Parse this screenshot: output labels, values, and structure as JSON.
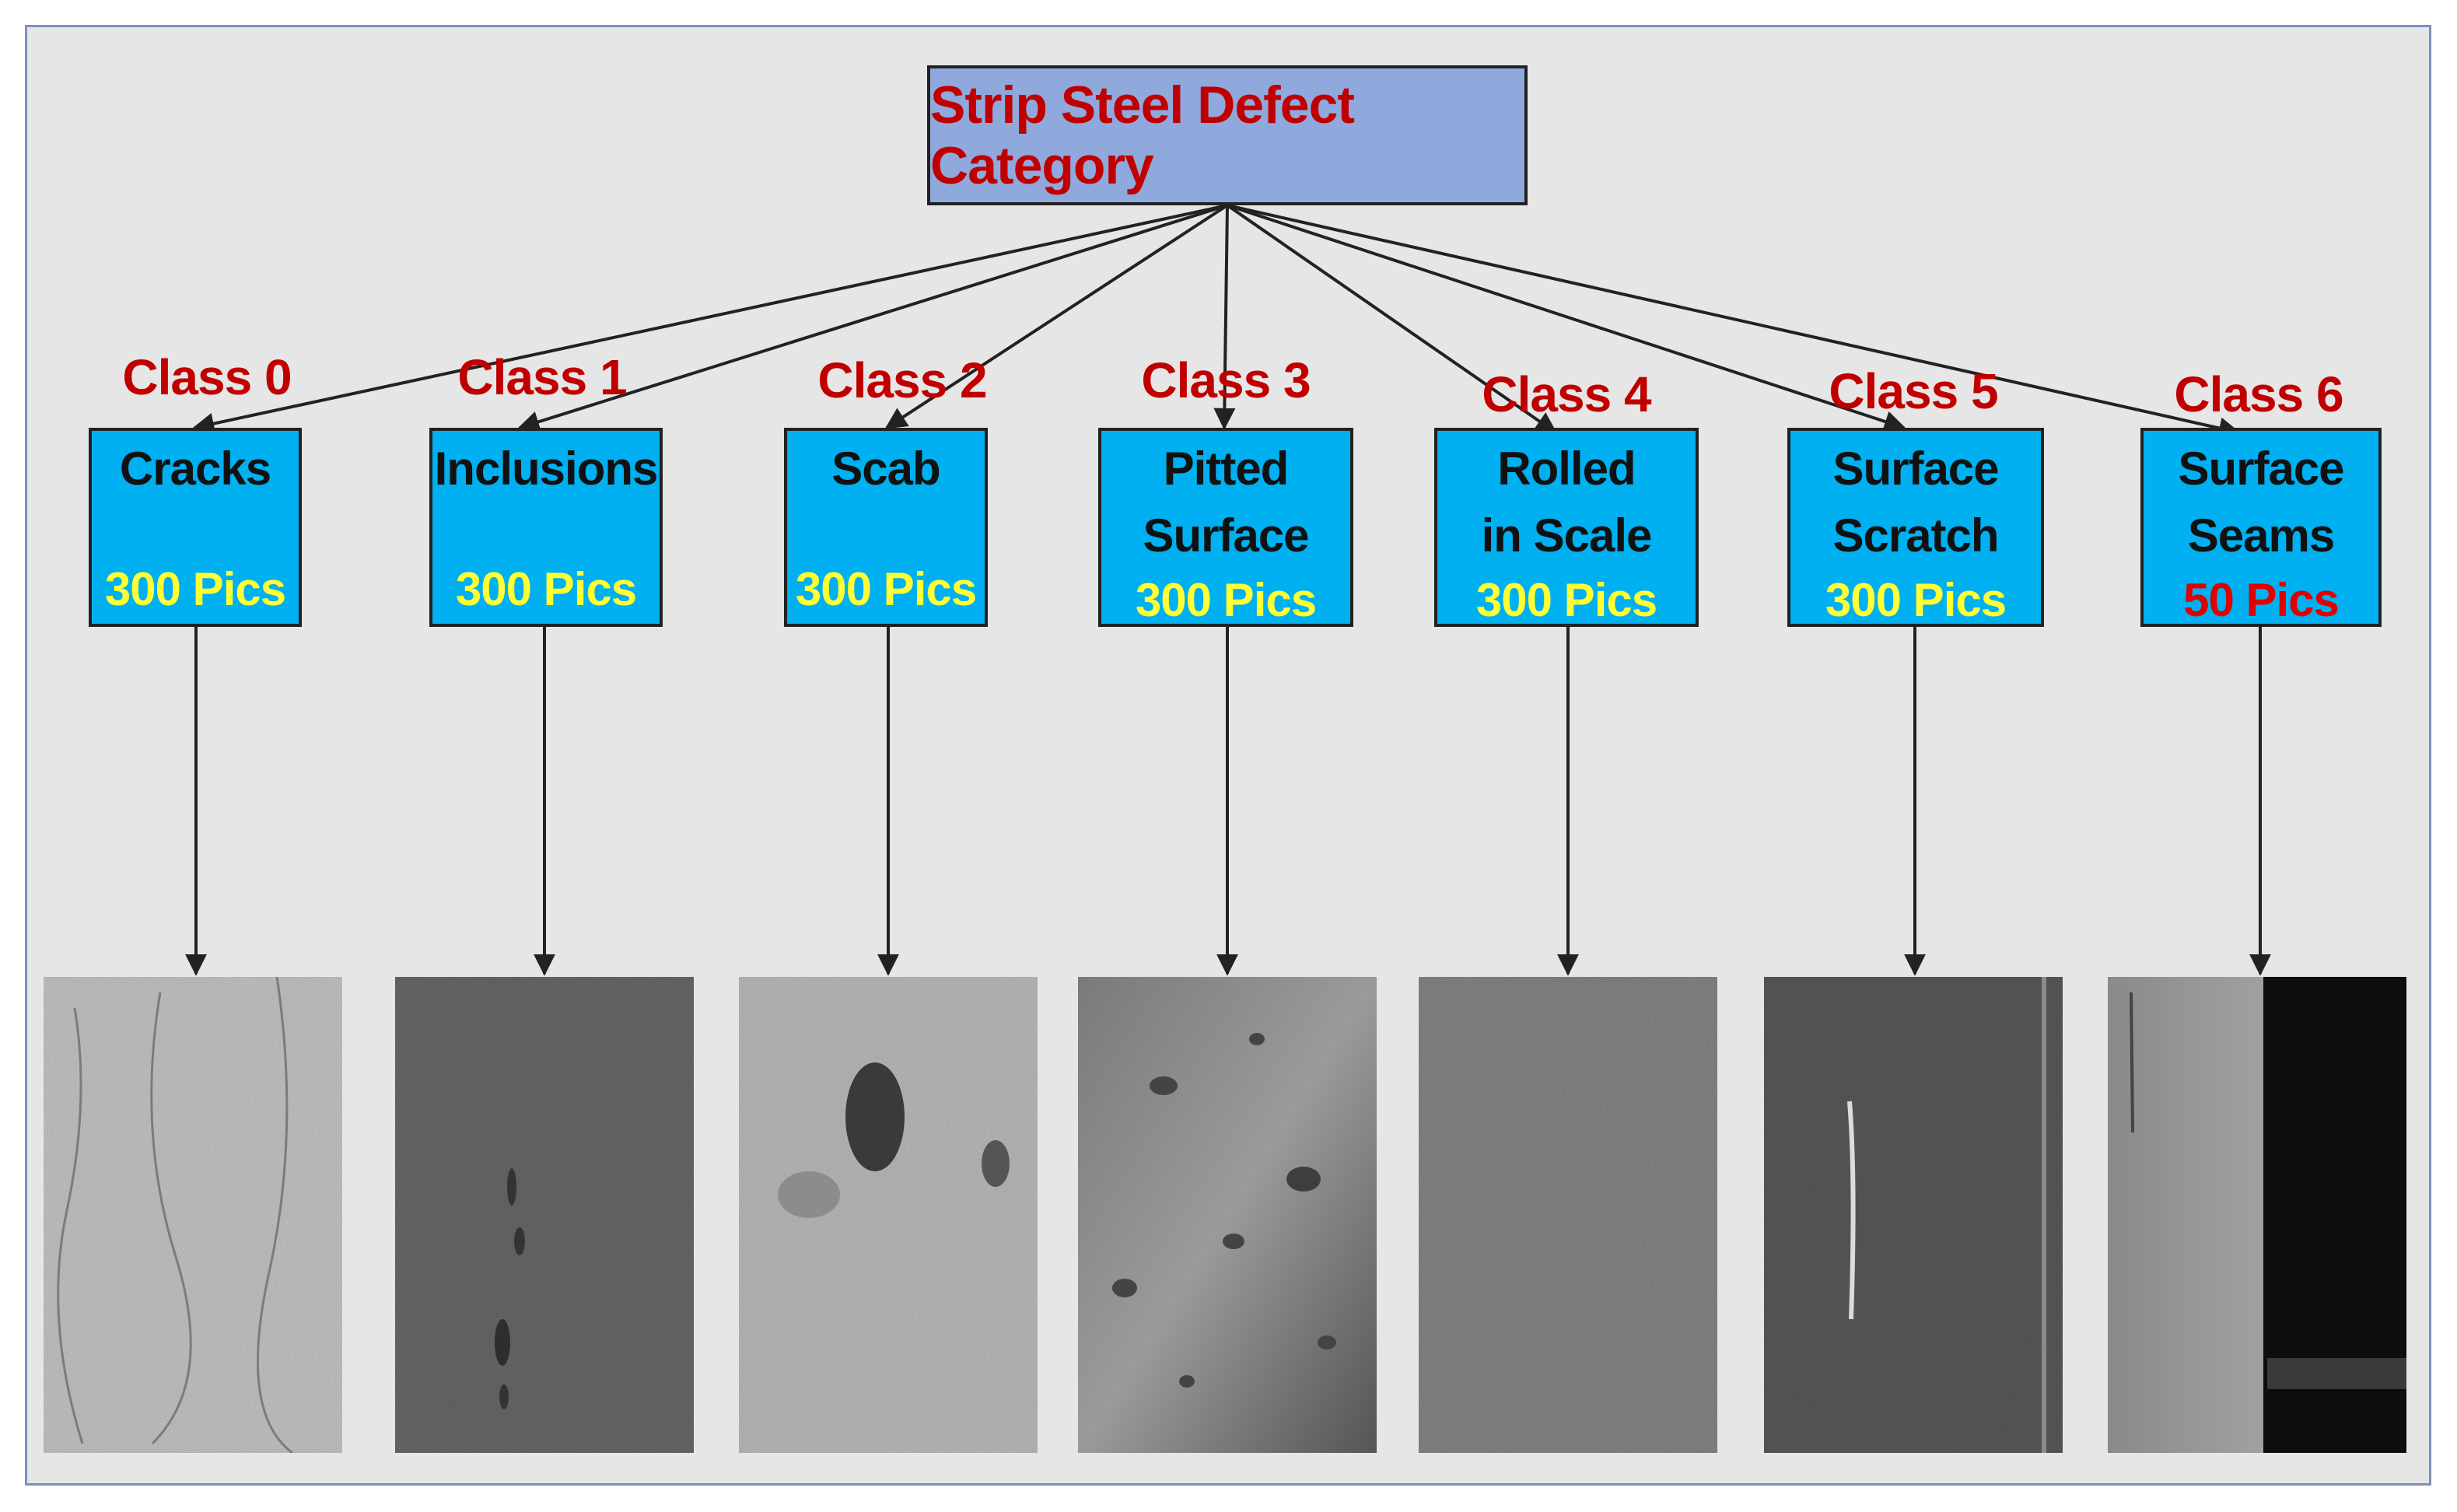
{
  "root": {
    "title": "Strip Steel Defect Category"
  },
  "classes": [
    {
      "label": "Class 0",
      "name": "Cracks",
      "count": "300 Pics",
      "count_color": "#ffff33",
      "texture": "cracks"
    },
    {
      "label": "Class 1",
      "name": "Inclusions",
      "count": "300 Pics",
      "count_color": "#ffff33",
      "texture": "inclusions"
    },
    {
      "label": "Class 2",
      "name": "Scab",
      "count": "300 Pics",
      "count_color": "#ffff33",
      "texture": "scab"
    },
    {
      "label": "Class 3",
      "name": "Pitted Surface",
      "count": "300 Pics",
      "count_color": "#ffff33",
      "texture": "pitted"
    },
    {
      "label": "Class 4",
      "name": "Rolled in Scale",
      "count": "300 Pics",
      "count_color": "#ffff33",
      "texture": "rolled"
    },
    {
      "label": "Class 5",
      "name": "Surface Scratch",
      "count": "300 Pics",
      "count_color": "#ffff33",
      "texture": "scratch"
    },
    {
      "label": "Class 6",
      "name": "Surface Seams",
      "count": "50 Pics",
      "count_color": "#e00000",
      "texture": "seams"
    }
  ]
}
